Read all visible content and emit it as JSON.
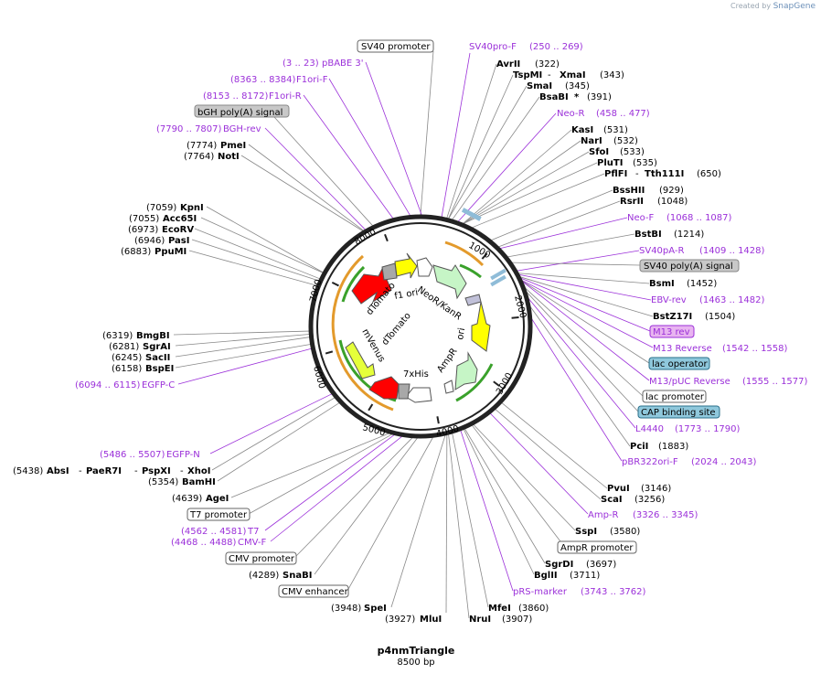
{
  "watermark": {
    "prefix": "Created by",
    "brand": "SnapGene"
  },
  "plasmid": {
    "name": "p4nmTriangle",
    "size": "8500 bp",
    "length": 8500
  },
  "colors": {
    "backbone": "#222222",
    "enzyme_text": "#000000",
    "primer_text": "#9b30d9",
    "primer_line": "#9b30d9",
    "enzyme_line": "#777777",
    "origin": "#ffff00",
    "promoter": "#ffffff",
    "resistance": "#c6f5c6",
    "fluorescent": "#ff0000",
    "tag": "#a8a8a8",
    "mvenus": "#e5ff3a",
    "arc_orange": "#e39a2c",
    "arc_green": "#3aa12b"
  },
  "tick_labels": [
    "1000",
    "2000",
    "3000",
    "4000",
    "5000",
    "6000",
    "7000",
    "8000"
  ],
  "enzymes": {
    "avrii": {
      "name": "AvrII",
      "pos": "(322)"
    },
    "tspmi": {
      "name": "TspMI",
      "sep": "-",
      "name2": "XmaI",
      "pos": "(343)"
    },
    "smai": {
      "name": "SmaI",
      "pos": "(345)"
    },
    "bsabi": {
      "name": "BsaBI",
      "star": "*",
      "pos": "(391)"
    },
    "kasi": {
      "name": "KasI",
      "pos": "(531)"
    },
    "nari": {
      "name": "NarI",
      "pos": "(532)"
    },
    "sfoi": {
      "name": "SfoI",
      "pos": "(533)"
    },
    "pluti": {
      "name": "PluTI",
      "pos": "(535)"
    },
    "pfifi": {
      "name": "PflFI",
      "sep": "-",
      "name2": "Tth111I",
      "pos": "(650)"
    },
    "bsshii": {
      "name": "BssHII",
      "pos": "(929)"
    },
    "rsrii": {
      "name": "RsrII",
      "pos": "(1048)"
    },
    "bstbi": {
      "name": "BstBI",
      "pos": "(1214)"
    },
    "bsmi": {
      "name": "BsmI",
      "pos": "(1452)"
    },
    "bstz17i": {
      "name": "BstZ17I",
      "pos": "(1504)"
    },
    "pcii": {
      "name": "PciI",
      "pos": "(1883)"
    },
    "pvui": {
      "name": "PvuI",
      "pos": "(3146)"
    },
    "scai": {
      "name": "ScaI",
      "pos": "(3256)"
    },
    "sspi": {
      "name": "SspI",
      "pos": "(3580)"
    },
    "sgrdi": {
      "name": "SgrDI",
      "pos": "(3697)"
    },
    "bglii": {
      "name": "BglII",
      "pos": "(3711)"
    },
    "mfei": {
      "name": "MfeI",
      "pos": "(3860)"
    },
    "nrui": {
      "name": "NruI",
      "pos": "(3907)"
    },
    "mlui": {
      "name": "MluI",
      "pos": "(3927)"
    },
    "spei": {
      "name": "SpeI",
      "pos": "(3948)"
    },
    "snabi": {
      "name": "SnaBI",
      "pos": "(4289)"
    },
    "agei": {
      "name": "AgeI",
      "pos": "(4639)"
    },
    "bamhi": {
      "name": "BamHI",
      "pos": "(5354)"
    },
    "absi": {
      "pos": "(5438)",
      "name": "AbsI",
      "n2": "PaeR7I",
      "n3": "PspXI",
      "n4": "XhoI",
      "sep": "-"
    },
    "bspei": {
      "name": "BspEI",
      "pos": "(6158)"
    },
    "sacii": {
      "name": "SacII",
      "pos": "(6245)"
    },
    "sgrai": {
      "name": "SgrAI",
      "pos": "(6281)"
    },
    "bmgbi": {
      "name": "BmgBI",
      "pos": "(6319)"
    },
    "ppumi": {
      "name": "PpuMI",
      "pos": "(6883)"
    },
    "pasi": {
      "name": "PasI",
      "pos": "(6946)"
    },
    "ecorv": {
      "name": "EcoRV",
      "pos": "(6973)"
    },
    "acc65i": {
      "name": "Acc65I",
      "pos": "(7055)"
    },
    "kpni": {
      "name": "KpnI",
      "pos": "(7059)"
    },
    "noti": {
      "name": "NotI",
      "pos": "(7764)"
    },
    "pmei": {
      "name": "PmeI",
      "pos": "(7774)"
    }
  },
  "primers": {
    "sv40pro_f": {
      "name": "SV40pro-F",
      "range": "(250 .. 269)"
    },
    "neo_r": {
      "name": "Neo-R",
      "range": "(458 .. 477)"
    },
    "neo_f": {
      "name": "Neo-F",
      "range": "(1068 .. 1087)"
    },
    "sv40pa_r": {
      "name": "SV40pA-R",
      "range": "(1409 .. 1428)"
    },
    "ebv_rev": {
      "name": "EBV-rev",
      "range": "(1463 .. 1482)"
    },
    "m13_reverse": {
      "name": "M13 Reverse",
      "range": "(1542 .. 1558)"
    },
    "m13puc_reverse": {
      "name": "M13/pUC Reverse",
      "range": "(1555 .. 1577)"
    },
    "l4440": {
      "name": "L4440",
      "range": "(1773 .. 1790)"
    },
    "pbr322ori_f": {
      "name": "pBR322ori-F",
      "range": "(2024 .. 2043)"
    },
    "amp_r": {
      "name": "Amp-R",
      "range": "(3326 .. 3345)"
    },
    "prs_marker": {
      "name": "pRS-marker",
      "range": "(3743 .. 3762)"
    },
    "t7": {
      "name": "T7",
      "range": "(4562 .. 4581)"
    },
    "cmv_f": {
      "name": "CMV-F",
      "range": "(4468 .. 4488)"
    },
    "egfp_n": {
      "name": "EGFP-N",
      "range": "(5486 .. 5507)"
    },
    "egfp_c": {
      "name": "EGFP-C",
      "range": "(6094 .. 6115)"
    },
    "bgh_rev": {
      "name": "BGH-rev",
      "range": "(7790 .. 7807)"
    },
    "f1ori_r": {
      "name": "F1ori-R",
      "range": "(8153 .. 8172)"
    },
    "f1ori_f": {
      "name": "F1ori-F",
      "range": "(8363 .. 8384)"
    },
    "pbabe3": {
      "name": "pBABE 3'",
      "range": "(3 .. 23)"
    }
  },
  "features": {
    "sv40_promoter": "SV40 promoter",
    "sv40_polya": "SV40 poly(A) signal",
    "m13_rev": "M13 rev",
    "lac_operator": "lac operator",
    "lac_promoter": "lac promoter",
    "cap_site": "CAP binding site",
    "ampr_promoter": "AmpR promoter",
    "t7_promoter": "T7 promoter",
    "cmv_promoter": "CMV promoter",
    "cmv_enhancer": "CMV enhancer",
    "bgh_polya": "bGH poly(A) signal"
  },
  "inner": {
    "neor": "NeoR/KanR",
    "f1ori": "f1 ori",
    "dtomato_top": "dTomato",
    "ori": "ori",
    "ampr": "AmpR",
    "dtomato_bottom": "dTomato",
    "xhis": "7xHis",
    "mvenus": "mVenus"
  }
}
